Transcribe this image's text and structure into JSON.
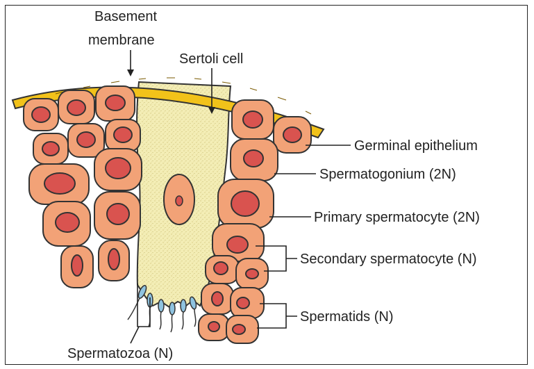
{
  "labels": {
    "basement_membrane_line1": "Basement",
    "basement_membrane_line2": "membrane",
    "sertoli_cell": "Sertoli cell",
    "germinal_epithelium": "Germinal epithelium",
    "spermatogonium": "Spermatogonium (2N)",
    "primary_spermatocyte": "Primary spermatocyte (2N)",
    "secondary_spermatocyte": "Secondary spermatocyte (N)",
    "spermatids": "Spermatids (N)",
    "spermatozoa": "Spermatozoa (N)"
  },
  "colors": {
    "membrane": "#f2c21a",
    "cell_fill": "#f2a277",
    "nucleus_fill": "#d9534f",
    "sertoli_fill": "#f3edb5",
    "sperm_fill": "#8fc3e0",
    "outline": "#333333"
  }
}
